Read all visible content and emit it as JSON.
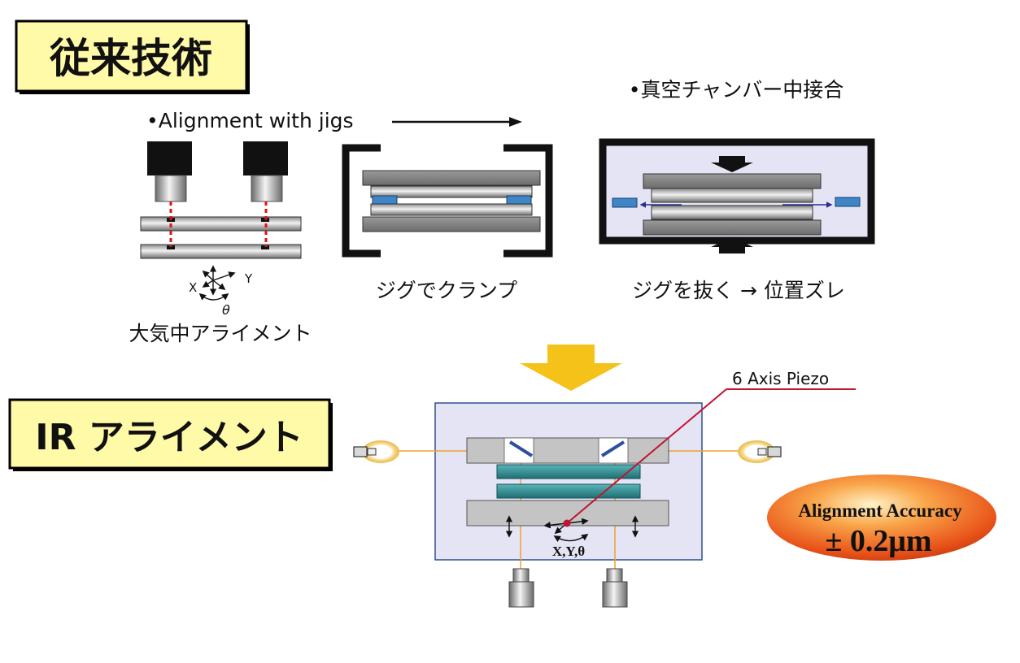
{
  "sections": {
    "conventional_title": "従来技術",
    "ir_title": "IR アライメント"
  },
  "conventional": {
    "step1_label": "•Alignment with jigs",
    "step1_caption": "大気中アライメント",
    "axis_x": "X",
    "axis_y": "Y",
    "axis_theta": "θ",
    "step2_caption": "ジグでクランプ",
    "step3_label": "•真空チャンバー中接合",
    "step3_caption": "ジグを抜く → 位置ズレ"
  },
  "ir": {
    "piezo_label": "6 Axis Piezo",
    "xy_theta_label": "X,Y,θ",
    "accuracy_label": "Alignment Accuracy",
    "accuracy_value": "± 0.2μm"
  },
  "colors": {
    "title_box": "#fffaa8",
    "chamber": "#e4e4f4",
    "arrow_yellow": "#f5c21a",
    "laser_red": "#dd1111",
    "teal_wafer": "#2f8f94",
    "jig_blue": "#3f86c8",
    "ir_beam": "#f0a030",
    "piezo_line": "#c01530",
    "accuracy_orange": "#ee5a18"
  }
}
